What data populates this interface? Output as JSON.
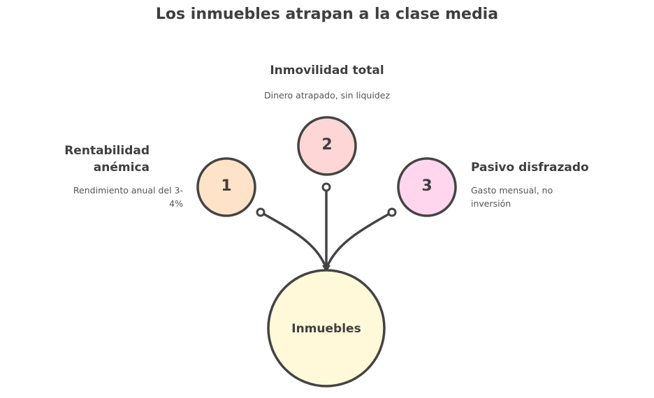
{
  "title": "Los inmuebles atrapan a la clase media",
  "center": {
    "label": "Inmuebles",
    "color": "#fff8d9"
  },
  "nodes": [
    {
      "number": "1",
      "label_line1": "Rentabilidad",
      "label_line2": "anémica",
      "desc_line1": "Rendimiento anual del 3-",
      "desc_line2": "4%",
      "color": "#ffe3c8"
    },
    {
      "number": "2",
      "label": "Inmovilidad total",
      "desc": "Dinero atrapado, sin liquidez",
      "color": "#ffd6d6"
    },
    {
      "number": "3",
      "label": "Pasivo disfrazado",
      "desc_line1": "Gasto mensual, no",
      "desc_line2": "inversión",
      "color": "#ffd6ee"
    }
  ]
}
